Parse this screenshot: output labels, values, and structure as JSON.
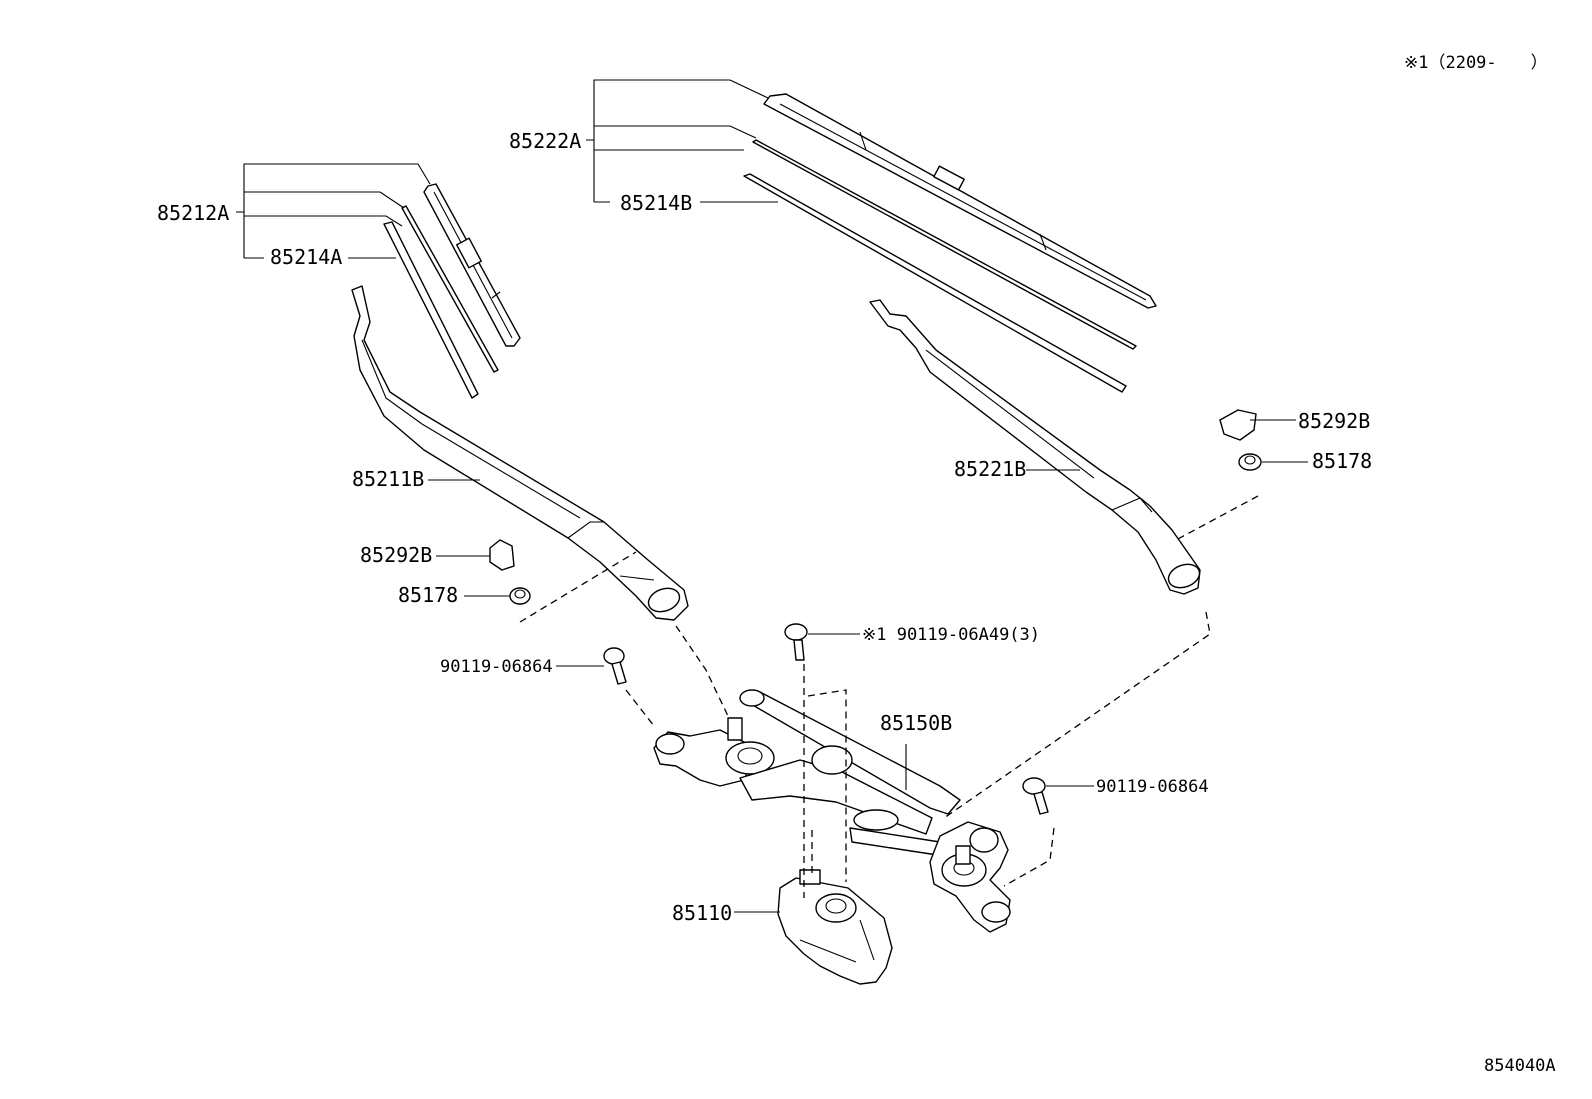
{
  "header": {
    "note": "※1（2209-　　）"
  },
  "footer": {
    "diagram_code": "854040A"
  },
  "parts": {
    "p85222A": "85222A",
    "p85214B": "85214B",
    "p85212A": "85212A",
    "p85214A": "85214A",
    "p85211B": "85211B",
    "p85292B_left": "85292B",
    "p85178_left": "85178",
    "p90119_left": "90119-06864",
    "p90119_06A49": "※1 90119-06A49(3)",
    "p85150B": "85150B",
    "p85110": "85110",
    "p85292B_right": "85292B",
    "p85178_right": "85178",
    "p85221B": "85221B",
    "p90119_right": "90119-06864"
  }
}
